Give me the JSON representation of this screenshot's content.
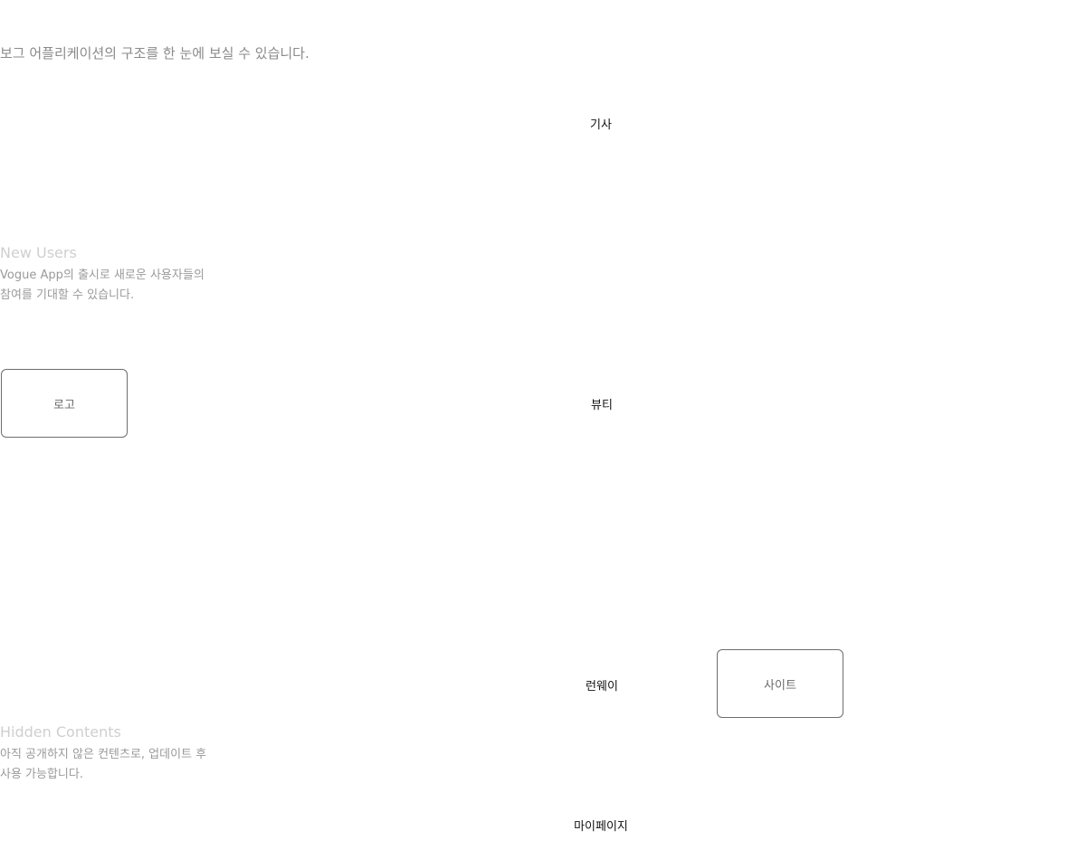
{
  "intro": "보그 어플리케이션의 구조를 한 눈에 보실 수 있습니다.",
  "notes": {
    "new_users": {
      "title": "New Users",
      "line1": "Vogue App의 출시로 새로운 사용자들의",
      "line2": "참여를 기대할 수 있습니다."
    },
    "hidden_contents": {
      "title": "Hidden Contents",
      "line1": "아직 공개하지 않은 컨텐츠로, 업데이트 후",
      "line2": "사용 가능합니다."
    }
  },
  "nodes": {
    "article": "기사",
    "beauty": "뷰티",
    "runway": "런웨이",
    "mypage": "마이페이지"
  },
  "boxes": {
    "logo": "로고",
    "site": "사이트"
  }
}
